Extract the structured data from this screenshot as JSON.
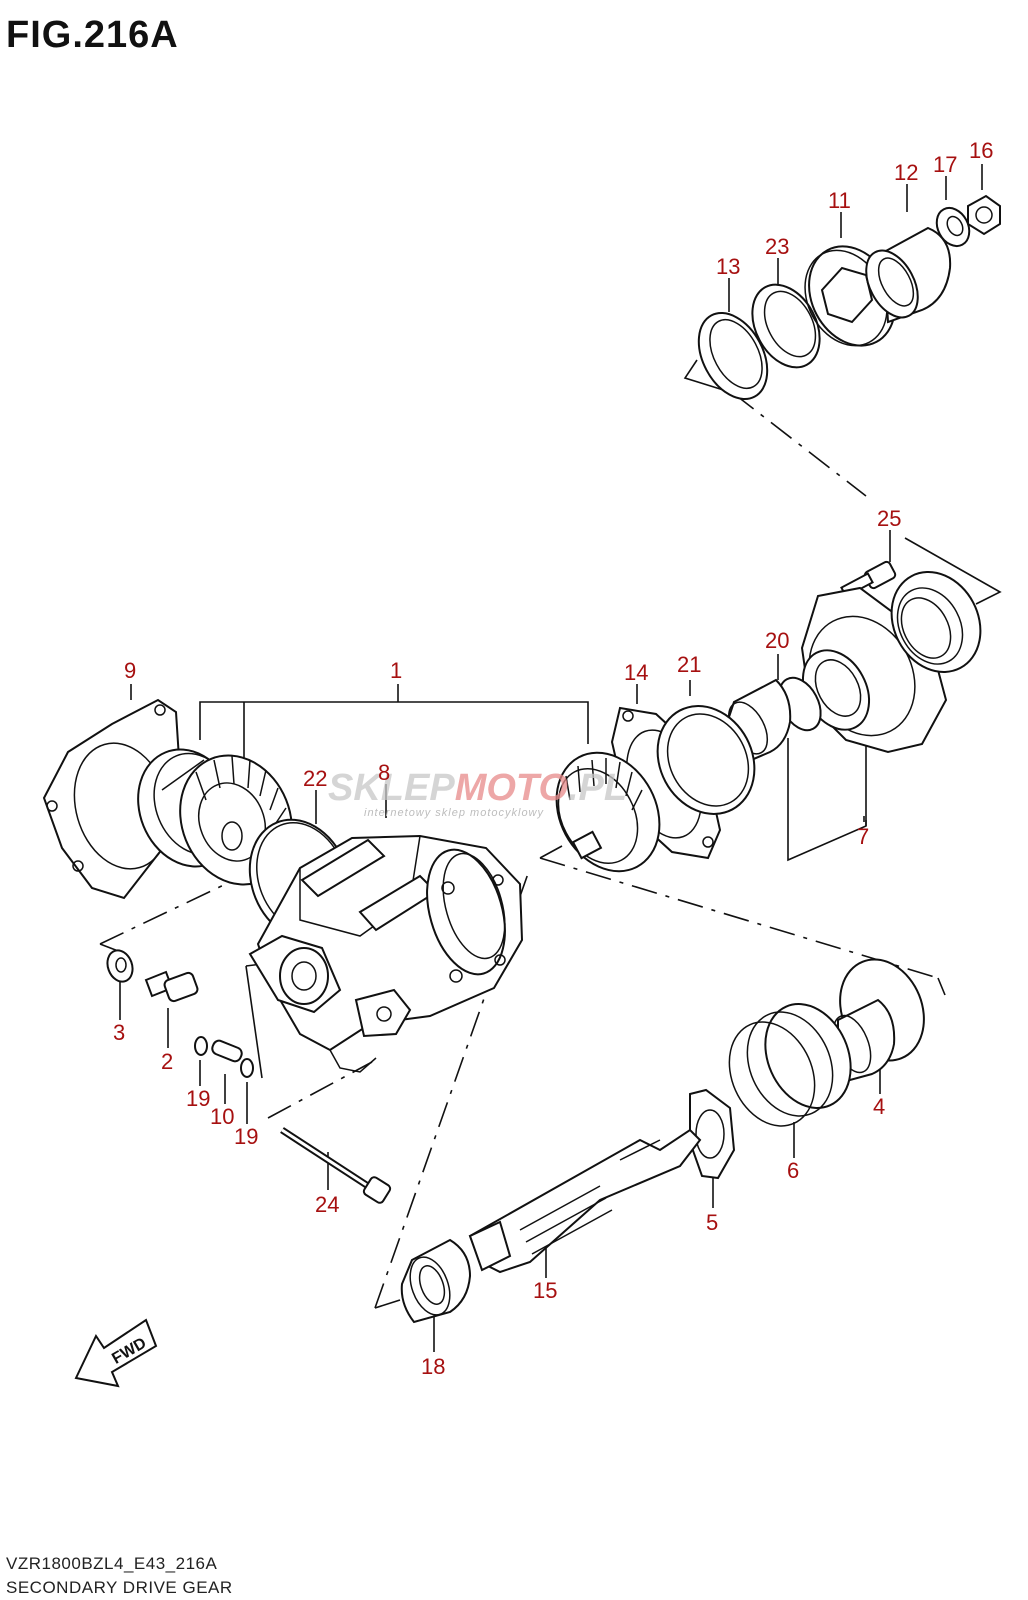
{
  "figure": {
    "title": "FIG.216A",
    "model_code": "VZR1800BZL4_E43_216A",
    "section_name": "SECONDARY DRIVE GEAR"
  },
  "callouts": [
    {
      "id": "c1",
      "label": "1"
    },
    {
      "id": "c2",
      "label": "2"
    },
    {
      "id": "c3",
      "label": "3"
    },
    {
      "id": "c4",
      "label": "4"
    },
    {
      "id": "c5",
      "label": "5"
    },
    {
      "id": "c6",
      "label": "6"
    },
    {
      "id": "c7",
      "label": "7"
    },
    {
      "id": "c8",
      "label": "8"
    },
    {
      "id": "c9",
      "label": "9"
    },
    {
      "id": "c10",
      "label": "10"
    },
    {
      "id": "c11",
      "label": "11"
    },
    {
      "id": "c12",
      "label": "12"
    },
    {
      "id": "c13",
      "label": "13"
    },
    {
      "id": "c14",
      "label": "14"
    },
    {
      "id": "c15",
      "label": "15"
    },
    {
      "id": "c16",
      "label": "16"
    },
    {
      "id": "c17",
      "label": "17"
    },
    {
      "id": "c18",
      "label": "18"
    },
    {
      "id": "c19a",
      "label": "19"
    },
    {
      "id": "c19b",
      "label": "19"
    },
    {
      "id": "c20",
      "label": "20"
    },
    {
      "id": "c21",
      "label": "21"
    },
    {
      "id": "c22",
      "label": "22"
    },
    {
      "id": "c23",
      "label": "23"
    },
    {
      "id": "c24",
      "label": "24"
    },
    {
      "id": "c25",
      "label": "25"
    }
  ],
  "fwd_arrow_label": "FWD",
  "watermark": {
    "brand_a": "SKLEP",
    "brand_b": "MOTO",
    "brand_c": ".PL",
    "tagline": "internetowy sklep motocyklowy"
  },
  "colors": {
    "callout": "#a61010",
    "line": "#111111",
    "background": "#ffffff"
  }
}
